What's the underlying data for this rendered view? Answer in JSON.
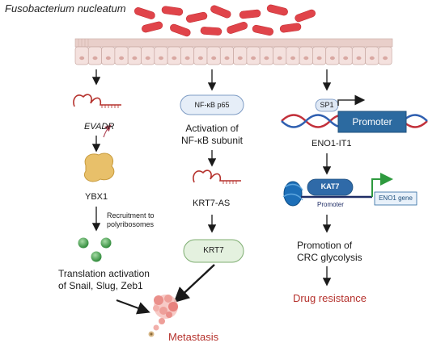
{
  "title": "Fusobacterium nucleatum",
  "left_pathway": {
    "rna_label": "EVADR",
    "protein_label": "YBX1",
    "step_label_line1": "Recruitment to",
    "step_label_line2": "polyribosomes",
    "outcome_line1": "Translation activation",
    "outcome_line2": "of Snail, Slug, Zeb1"
  },
  "middle_pathway": {
    "box_label": "NF-κB p65",
    "activation_line1": "Activation of",
    "activation_line2": "NF-κB subunit",
    "rna_label": "KRT7-AS",
    "box2_label": "KRT7"
  },
  "right_pathway": {
    "tf_label": "SP1",
    "promoter_box_label": "Promoter",
    "lncrna_label": "ENO1-IT1",
    "enzyme_label": "KAT7",
    "gene_label": "ENO1 gene",
    "promoter_small_label": "Promoter",
    "outcome_line1": "Promotion of",
    "outcome_line2": "CRC glycolysis",
    "final_label": "Drug resistance"
  },
  "final_outcome": "Metastasis",
  "colors": {
    "bacteria": "#e0444a",
    "epithelium": "#f2dcd8",
    "rna": "#b5322d",
    "protein": "#e8c06a",
    "ribosome": "#4fa85a",
    "promoter_box": "#2c6aa0",
    "accent_red": "#b5322d"
  }
}
